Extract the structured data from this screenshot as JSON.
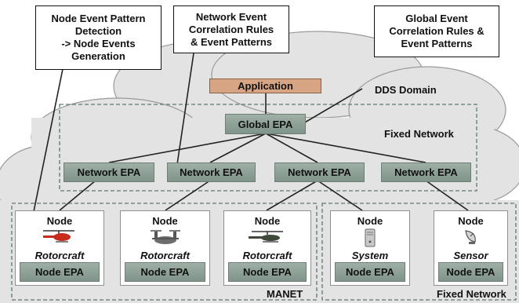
{
  "callouts": {
    "node_pattern": "Node Event Pattern\nDetection\n-> Node Events\nGeneration",
    "network_rules": "Network Event\nCorrelation Rules\n& Event Patterns",
    "global_rules": "Global Event\nCorrelation Rules &\nEvent Patterns"
  },
  "application": "Application",
  "regions": {
    "dds_domain": "DDS Domain",
    "fixed_network_top": "Fixed Network",
    "manet": "MANET",
    "fixed_network_bottom": "Fixed Network"
  },
  "global_epa": "Global EPA",
  "network_epas": [
    "Network EPA",
    "Network EPA",
    "Network EPA",
    "Network EPA"
  ],
  "nodes": [
    {
      "title": "Node",
      "type": "Rotorcraft",
      "epa": "Node EPA",
      "icon": "helicopter-red-icon"
    },
    {
      "title": "Node",
      "type": "Rotorcraft",
      "epa": "Node EPA",
      "icon": "tiltrotor-icon"
    },
    {
      "title": "Node",
      "type": "Rotorcraft",
      "epa": "Node EPA",
      "icon": "attack-helicopter-icon"
    },
    {
      "title": "Node",
      "type": "System",
      "epa": "Node EPA",
      "icon": "server-icon"
    },
    {
      "title": "Node",
      "type": "Sensor",
      "epa": "Node EPA",
      "icon": "satellite-dish-icon"
    }
  ],
  "colors": {
    "epa_fill": "#8fa197",
    "application_fill": "#d8a584",
    "cloud": "#e3e3e3",
    "dashed_border": "#5f7a6b"
  }
}
